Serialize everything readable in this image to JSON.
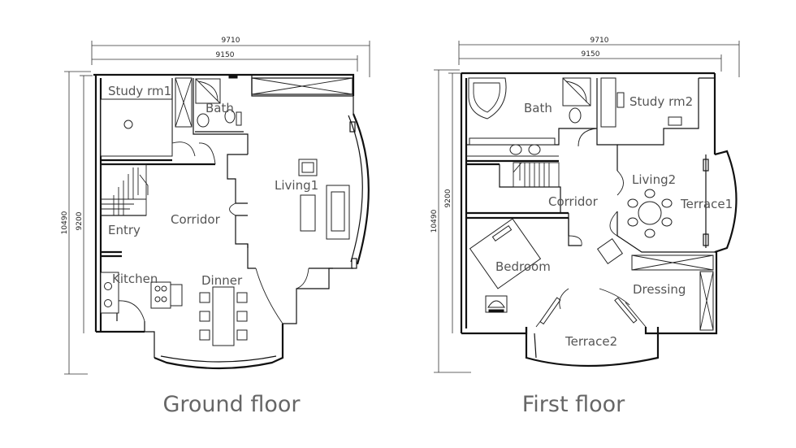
{
  "ground_floor": {
    "caption": "Ground floor",
    "dimensions": {
      "outer_width": "9710",
      "inner_width": "9150",
      "outer_height": "10490",
      "inner_height": "9200"
    },
    "rooms": {
      "study": "Study rm1",
      "bath": "Bath",
      "living": "Living1",
      "corridor": "Corridor",
      "entry": "Entry",
      "kitchen": "Kitchen",
      "dinner": "Dinner"
    }
  },
  "first_floor": {
    "caption": "First floor",
    "dimensions": {
      "outer_width": "9710",
      "inner_width": "9150",
      "outer_height": "10490",
      "inner_height": "9200"
    },
    "rooms": {
      "bath": "Bath",
      "study": "Study rm2",
      "living": "Living2",
      "corridor": "Corridor",
      "terrace1": "Terrace1",
      "bedroom": "Bedroom",
      "dressing": "Dressing",
      "terrace2": "Terrace2"
    }
  }
}
